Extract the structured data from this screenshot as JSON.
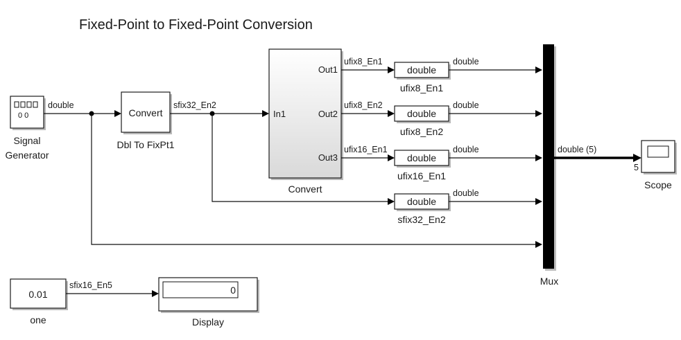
{
  "title": "Fixed-Point to Fixed-Point Conversion",
  "blocks": {
    "signal_generator": {
      "label_line1": "Signal",
      "label_line2": "Generator",
      "icon": "signal-generator-icon",
      "glyph_top": "▯▯▯▯",
      "glyph_bottom": "0 0"
    },
    "dbl_to_fixpt": {
      "text": "Convert",
      "label": "Dbl To FixPt1"
    },
    "convert_subsystem": {
      "label": "Convert",
      "in_port": "In1",
      "out_ports": [
        "Out1",
        "Out2",
        "Out3"
      ]
    },
    "cast_blocks": [
      {
        "text": "double",
        "label": "ufix8_En1"
      },
      {
        "text": "double",
        "label": "ufix8_En2"
      },
      {
        "text": "double",
        "label": "ufix16_En1"
      },
      {
        "text": "double",
        "label": "sfix32_En2"
      }
    ],
    "mux": {
      "label": "Mux"
    },
    "scope": {
      "label": "Scope",
      "icon": "scope-icon",
      "port_width": "5"
    },
    "constant": {
      "value": "0.01",
      "label": "one"
    },
    "display": {
      "value": "0",
      "label": "Display"
    }
  },
  "signals": {
    "sg_out": "double",
    "dbl_out": "sfix32_En2",
    "out1": "ufix8_En1",
    "out2": "ufix8_En2",
    "out3": "ufix16_En1",
    "cast_out": [
      "double",
      "double",
      "double",
      "double"
    ],
    "mux_out": "double (5)",
    "const_out": "sfix16_En5"
  }
}
